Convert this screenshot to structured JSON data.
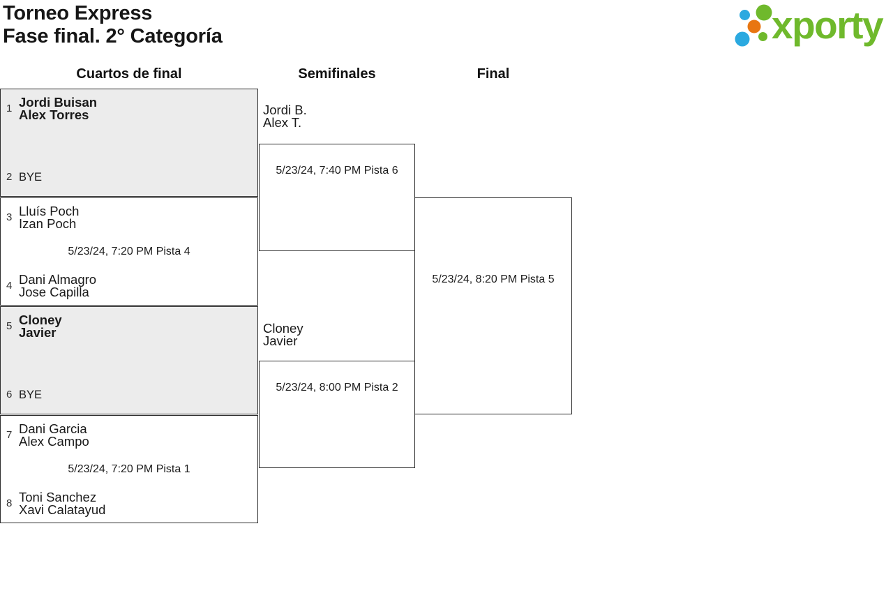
{
  "header": {
    "title_line1": "Torneo Express",
    "title_line2": "Fase final. 2° Categoría",
    "logo_text": "xporty"
  },
  "colors": {
    "logo_green": "#6fb92c",
    "logo_blue": "#2ba9e0",
    "logo_orange": "#e87611",
    "bye_box_fill": "#ececec",
    "box_border": "#2d2d2d"
  },
  "rounds": [
    {
      "label": "Cuartos de final"
    },
    {
      "label": "Semifinales"
    },
    {
      "label": "Final"
    }
  ],
  "bracket": {
    "qf": [
      {
        "seed1": "1",
        "team1": [
          "Jordi Buisan",
          "Alex Torres"
        ],
        "seed2": "2",
        "team2": [
          "BYE"
        ],
        "info": ""
      },
      {
        "seed1": "3",
        "team1": [
          "Lluís Poch",
          "Izan Poch"
        ],
        "seed2": "4",
        "team2": [
          "Dani Almagro",
          "Jose Capilla"
        ],
        "info": "5/23/24, 7:20 PM Pista 4"
      },
      {
        "seed1": "5",
        "team1": [
          "Cloney",
          "Javier"
        ],
        "seed2": "6",
        "team2": [
          "BYE"
        ],
        "info": ""
      },
      {
        "seed1": "7",
        "team1": [
          "Dani Garcia",
          "Alex Campo"
        ],
        "seed2": "8",
        "team2": [
          "Toni Sanchez",
          "Xavi Calatayud"
        ],
        "info": "5/23/24, 7:20 PM Pista 1"
      }
    ],
    "sf": [
      {
        "team1": [
          "Jordi B.",
          "Alex T."
        ],
        "info": "5/23/24, 7:40 PM Pista 6"
      },
      {
        "team1": [
          "Cloney",
          "Javier"
        ],
        "info": "5/23/24, 8:00 PM Pista 2"
      }
    ],
    "final": {
      "info": "5/23/24, 8:20 PM Pista 5"
    }
  }
}
